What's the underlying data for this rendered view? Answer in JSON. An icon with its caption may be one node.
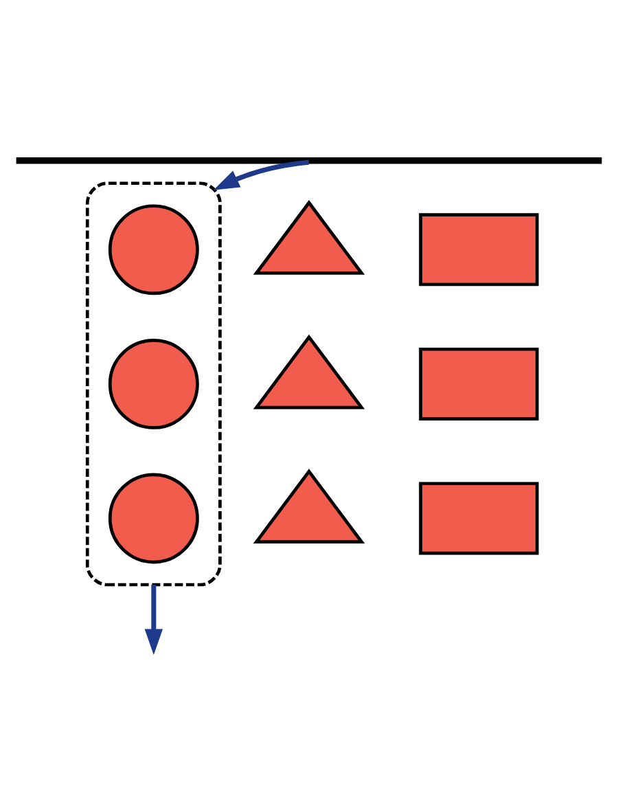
{
  "diagram": {
    "nodes": [
      {
        "text": [],
        "shape": "bar"
      },
      {
        "text": [],
        "shape": "triangle"
      },
      {
        "text": [],
        "shape": "triangle"
      },
      {
        "text": [],
        "shape": "triangle"
      },
      {
        "text": [],
        "shape": "ellipse"
      },
      {
        "text": [],
        "shape": "circle",
        "in": 4
      },
      {
        "text": [],
        "shape": "circle",
        "in": 4
      },
      {
        "text": [],
        "shape": "circle",
        "in": 4
      },
      {
        "text": [],
        "shape": "box"
      },
      {
        "text": [],
        "shape": "box"
      },
      {
        "text": [],
        "shape": "box"
      }
    ],
    "edges": [
      {
        "from": 0,
        "to": 4,
        "arrow": "to"
      },
      {
        "from": 4,
        "to": null,
        "arrow": "to"
      }
    ]
  }
}
